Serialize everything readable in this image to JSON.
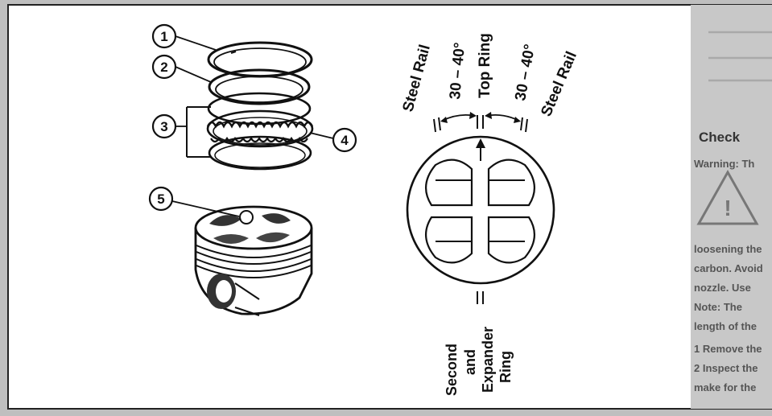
{
  "callouts": [
    "1",
    "2",
    "3",
    "4",
    "5"
  ],
  "orientation_labels": {
    "steel_rail_left": "Steel Rail",
    "angle_left": "30 – 40°",
    "top_ring": "Top Ring",
    "angle_right": "30 – 40°",
    "steel_rail_right": "Steel Rail"
  },
  "bottom_label": [
    "Second",
    "and",
    "Expander",
    "Ring"
  ],
  "right_page": {
    "heading": "Check",
    "lines": [
      "Warning: Th",
      "loosening the",
      "carbon. Avoid",
      "nozzle. Use",
      "Note: The",
      "length of the",
      "1 Remove the",
      "2 Inspect the",
      "make for the"
    ]
  }
}
